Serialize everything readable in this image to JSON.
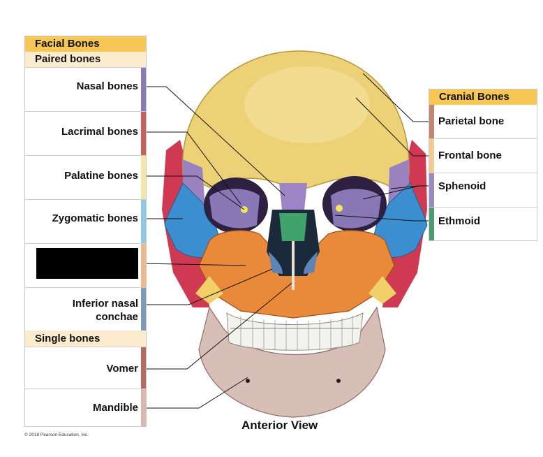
{
  "facial": {
    "title": "Facial Bones",
    "paired_title": "Paired bones",
    "single_title": "Single bones",
    "paired": [
      {
        "label": "Nasal bones",
        "color": "#8b7bb3"
      },
      {
        "label": "Lacrimal bones",
        "color": "#c6605a"
      },
      {
        "label": "Palatine bones",
        "color": "#f3e6a6"
      },
      {
        "label": "Zygomatic bones",
        "color": "#8ec9e3"
      },
      {
        "label": "",
        "color": "#f0b88a",
        "redacted": true
      },
      {
        "label": "Inferior nasal conchae",
        "line1": "Inferior nasal",
        "line2": "conchae",
        "color": "#7c9ab9"
      }
    ],
    "single": [
      {
        "label": "Vomer",
        "color": "#b56960"
      },
      {
        "label": "Mandible",
        "color": "#d9b7b0"
      }
    ]
  },
  "cranial": {
    "title": "Cranial Bones",
    "items": [
      {
        "label": "Parietal bone",
        "color": "#c38470"
      },
      {
        "label": "Frontal bone",
        "color": "#f2c893"
      },
      {
        "label": "Sphenoid",
        "color": "#9a8bc2"
      },
      {
        "label": "Ethmoid",
        "color": "#4e9a6f"
      }
    ]
  },
  "view_title": "Anterior View",
  "copyright": "© 2018 Pearson Education, Inc.",
  "colors": {
    "header_gold": "#f7c755",
    "header_cream": "#fbeccd"
  }
}
